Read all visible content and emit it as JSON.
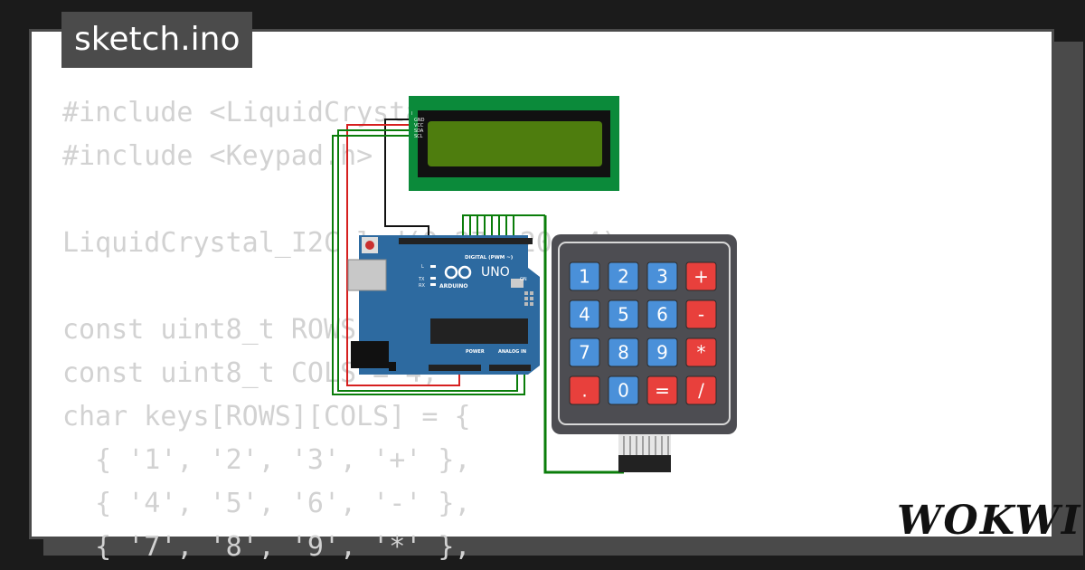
{
  "tab": {
    "filename": "sketch.ino"
  },
  "code_lines": [
    "#include <LiquidCrystal_I2C.h>",
    "#include <Keypad.h>",
    "",
    "LiquidCrystal_I2C lcd(0x27, 20, 4);",
    "",
    "const uint8_t ROWS = 4;",
    "const uint8_t COLS = 4;",
    "char keys[ROWS][COLS] = {",
    "  { '1', '2', '3', '+' },",
    "  { '4', '5', '6', '-' },",
    "  { '7', '8', '9', '*' },"
  ],
  "lcd": {
    "pins": [
      "GND",
      "VCC",
      "SDA",
      "SCL"
    ]
  },
  "arduino": {
    "model": "UNO",
    "brand": "ARDUINO",
    "digital_label": "DIGITAL (PWM ~)",
    "power_label": "POWER",
    "analog_label": "ANALOG IN",
    "on_label": "ON",
    "led_labels": [
      "L",
      "TX",
      "RX"
    ]
  },
  "keypad": {
    "rows": [
      [
        "1",
        "2",
        "3",
        "+"
      ],
      [
        "4",
        "5",
        "6",
        "-"
      ],
      [
        "7",
        "8",
        "9",
        "*"
      ],
      [
        ".",
        "0",
        "=",
        "/"
      ]
    ]
  },
  "colors": {
    "digit_key": "#4a90d9",
    "op_key": "#e8403c",
    "keypad_body": "#4d4d52",
    "board": "#2d6aa0",
    "lcd_board": "#0b8a3a",
    "lcd_screen": "#4e7d0e",
    "wire_green": "#0a7d0a",
    "wire_red": "#d61f1f",
    "wire_black": "#111111"
  },
  "brand_logo": "WOKWI"
}
